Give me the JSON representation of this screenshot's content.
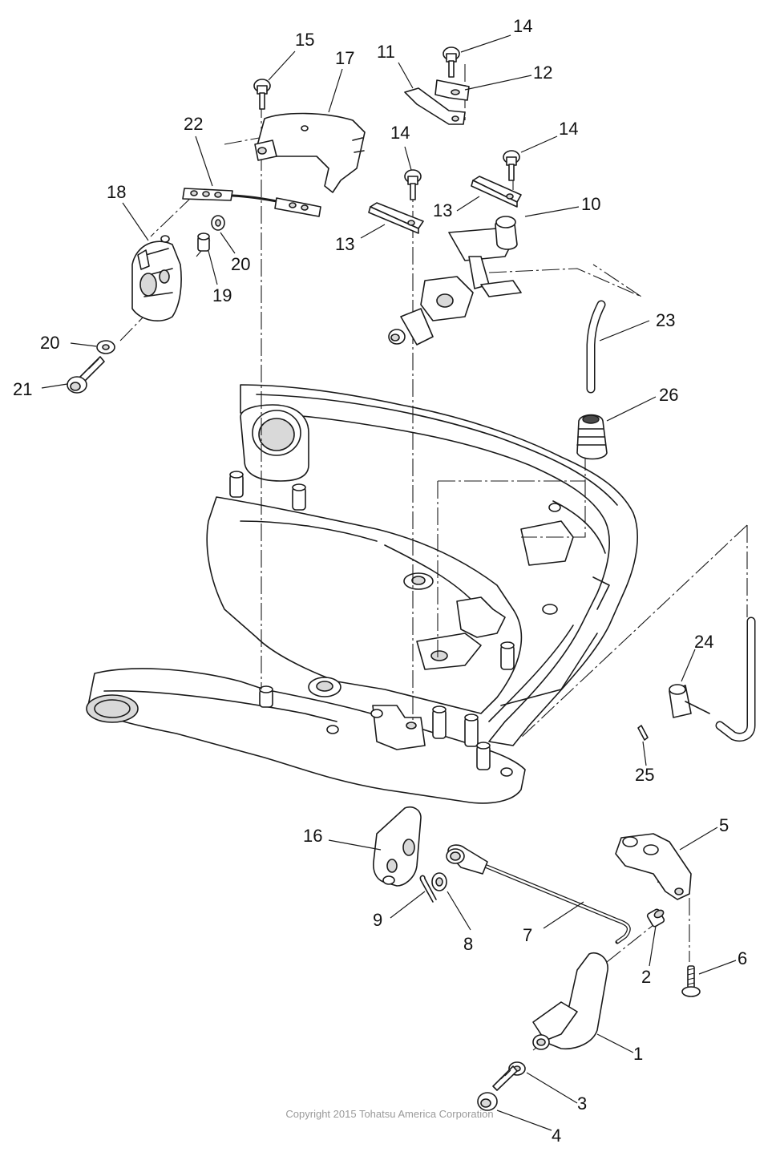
{
  "diagram": {
    "type": "exploded-parts-view",
    "callout_labels": [
      "1",
      "2",
      "3",
      "4",
      "5",
      "6",
      "7",
      "8",
      "9",
      "10",
      "11",
      "12",
      "13",
      "13",
      "14",
      "14",
      "14",
      "15",
      "16",
      "17",
      "18",
      "19",
      "20",
      "20",
      "21",
      "22",
      "23",
      "24",
      "25",
      "26"
    ],
    "copyright": "Copyright 2015 Tohatsu America Corporation"
  }
}
